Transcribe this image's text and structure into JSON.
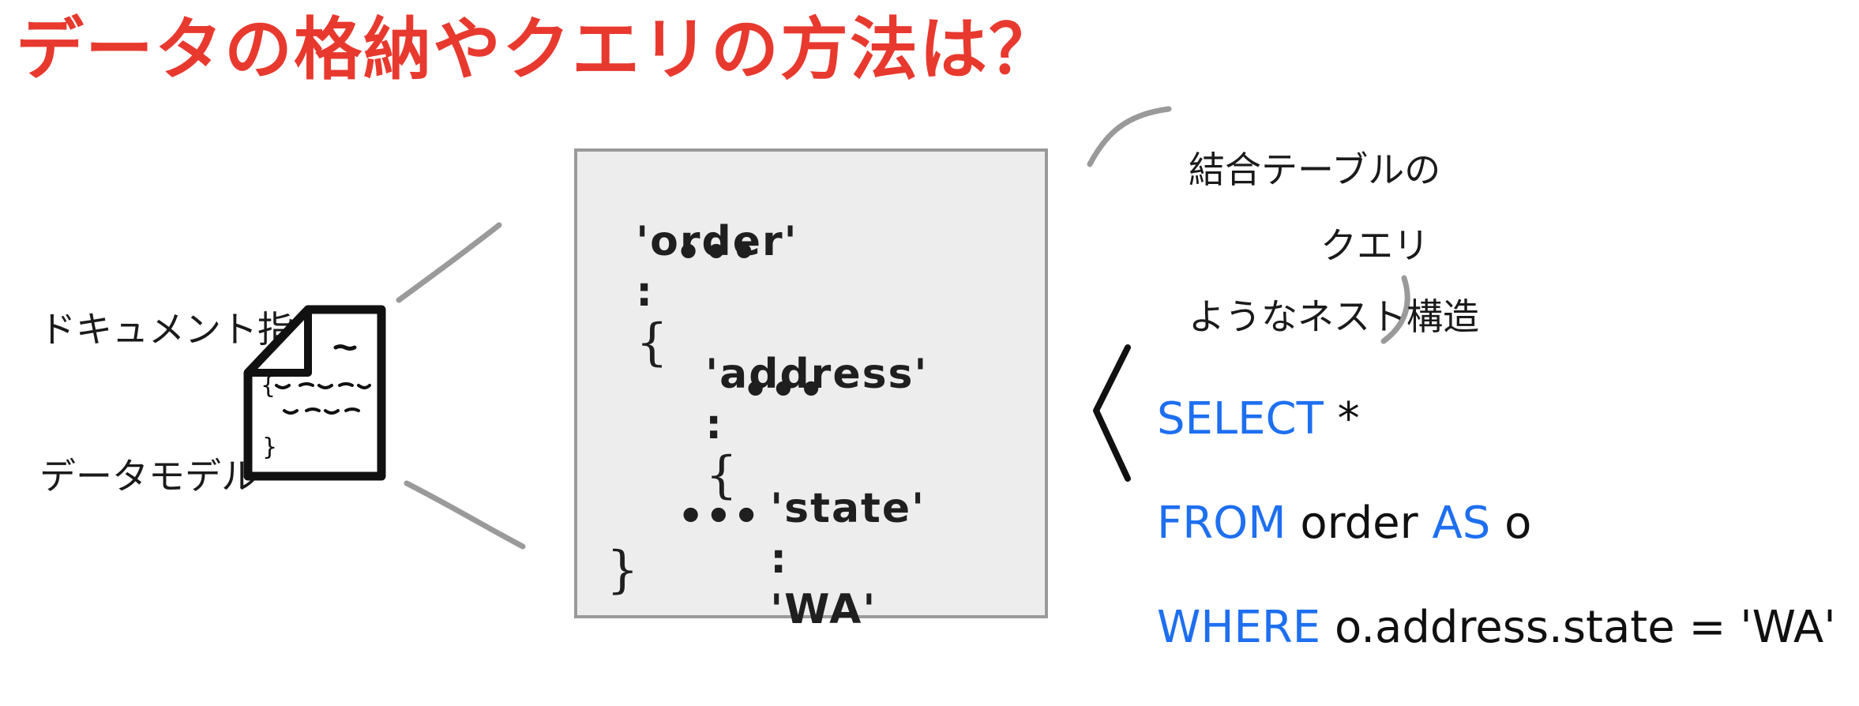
{
  "title": "データの格納やクエリの方法は？",
  "colors": {
    "title": "#e8392f",
    "keyword": "#1e6ff0",
    "box_bg": "#ededed",
    "connector": "#9a9a9a"
  },
  "left_label": {
    "line1": "ドキュメント指向",
    "line2": "データモデル"
  },
  "icon": "document-icon",
  "nest_note": {
    "line1": "結合テーブルの",
    "line2": "ようなネスト構造"
  },
  "query_note": "クエリ",
  "document": {
    "order_key": "'order'",
    "colon": ":",
    "open": "{",
    "close": "}",
    "ellipsis": "•••",
    "address_key": "'address'",
    "state_key": "'state'",
    "state_value": "'WA'"
  },
  "sql": {
    "select_kw": "SELECT",
    "select_rest": " *",
    "from_kw": "FROM",
    "from_rest": " order ",
    "as_kw": "AS",
    "as_rest": " o",
    "where_kw": "WHERE",
    "where_rest": " o.address.state = 'WA'"
  }
}
